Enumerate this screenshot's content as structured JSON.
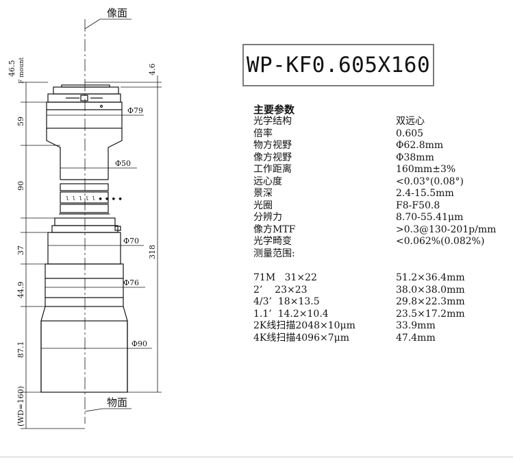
{
  "model": "WP-KF0.605X160",
  "labels": {
    "image_plane": "像面",
    "object_plane": "物面",
    "f_mount": "46.5",
    "f_mount_sub": "F mount",
    "flange_gap": "4.6"
  },
  "dimensions": {
    "heights": [
      "59",
      "90",
      "37",
      "44.9",
      "87.1",
      "(WD=160)"
    ],
    "total_height": "318",
    "diameters": [
      "Φ79",
      "Φ50",
      "Φ70",
      "Φ76",
      "Φ90"
    ]
  },
  "specs": {
    "heading": "主要参数",
    "rows": [
      {
        "label": "光学结构",
        "value": "双远心"
      },
      {
        "label": "倍率",
        "value": "0.605"
      },
      {
        "label": "物方视野",
        "value": "Φ62.8mm"
      },
      {
        "label": "像方视野",
        "value": "Φ38mm"
      },
      {
        "label": "工作距离",
        "value": "160mm±3%"
      },
      {
        "label": "远心度",
        "value": "<0.03°(0.08°)"
      },
      {
        "label": "景深",
        "value": "2.4-15.5mm"
      },
      {
        "label": "光圈",
        "value": "F8-F50.8"
      },
      {
        "label": "分辨力",
        "value": "8.70-55.41μm"
      },
      {
        "label": "像方MTF",
        "value": ">0.3@130-201p/mm"
      },
      {
        "label": "光学畸变",
        "value": "<0.062%(0.082%)"
      }
    ],
    "range_label": "测量范围:",
    "sensors": [
      {
        "label": "71M   31×22",
        "value": "51.2×36.4mm"
      },
      {
        "label": "2’    23×23",
        "value": "38.0×38.0mm"
      },
      {
        "label": "4/3’  18×13.5",
        "value": "29.8×22.3mm"
      },
      {
        "label": "1.1’  14.2×10.4",
        "value": "23.5×17.2mm"
      },
      {
        "label": "2K线扫描2048×10μm",
        "value": "33.9mm"
      },
      {
        "label": "4K线扫描4096×7μm",
        "value": "47.4mm"
      }
    ]
  }
}
